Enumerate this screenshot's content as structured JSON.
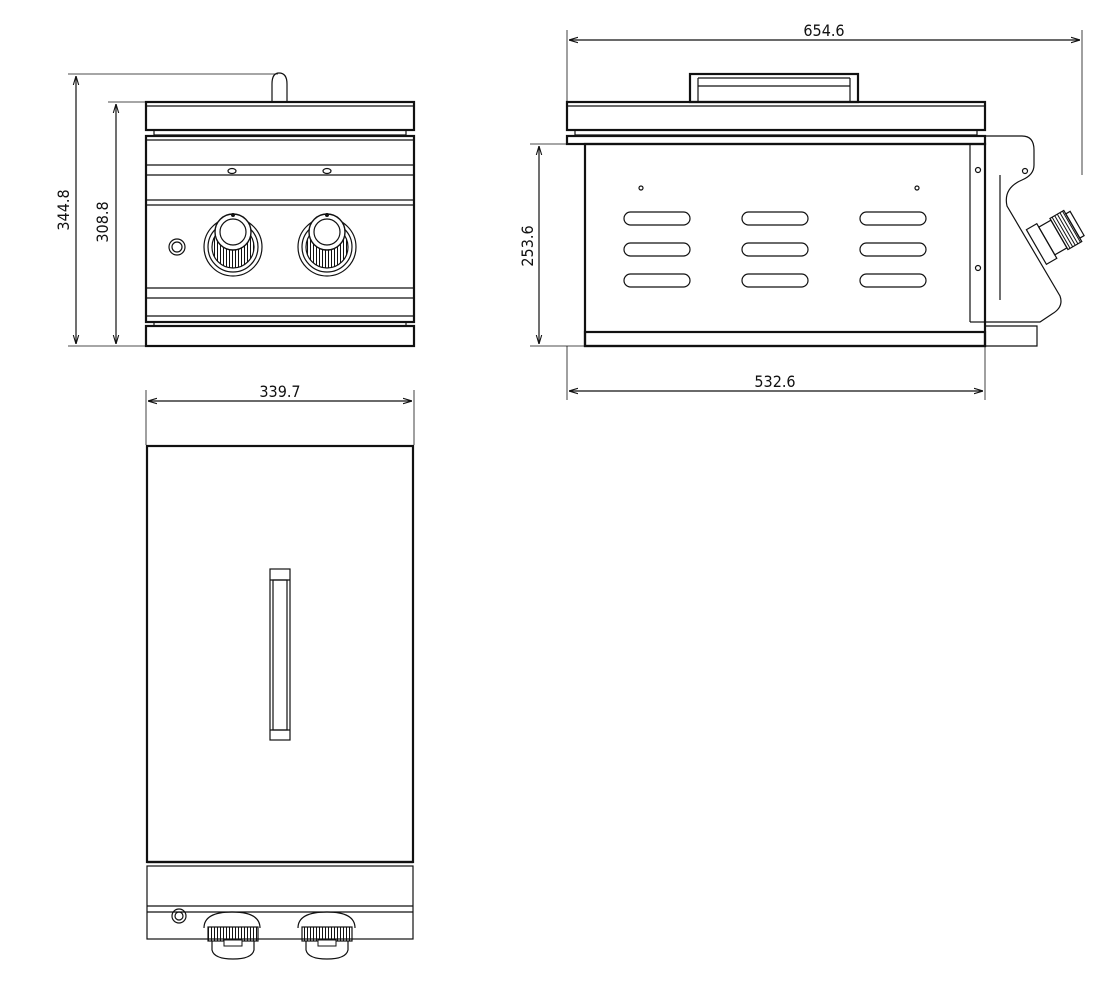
{
  "dimensions": {
    "front_total_height": "344.8",
    "front_body_height": "308.8",
    "front_width": "339.7",
    "side_total_depth": "654.6",
    "side_body_height": "253.6",
    "side_body_depth": "532.6"
  },
  "colors": {
    "line": "#111111",
    "background": "#ffffff"
  }
}
